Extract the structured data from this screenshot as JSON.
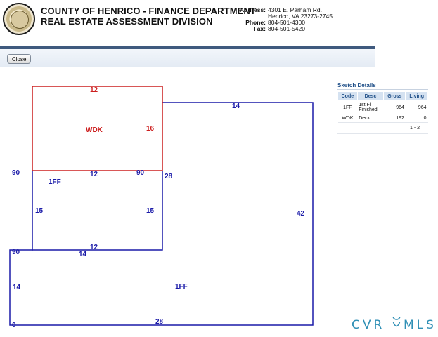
{
  "header": {
    "title_line1": "COUNTY OF HENRICO - FINANCE DEPARTMENT",
    "title_line2": "REAL ESTATE ASSESSMENT DIVISION",
    "address_label": "Address:",
    "address_line1": "4301 E. Parham Rd.",
    "address_line2": "Henrico, VA 23273-2745",
    "phone_label": "Phone:",
    "phone": "804-501-4300",
    "fax_label": "Fax:",
    "fax": "804-501-5420"
  },
  "toolbar": {
    "close_label": "Close"
  },
  "sketch": {
    "labels": {
      "wdk_top": "12",
      "wdk_name": "WDK",
      "wdk_right": "16",
      "top_right": "14",
      "left_90": "90",
      "ff_upper_name": "1FF",
      "mid_12": "12",
      "mid_90": "90",
      "right_28": "28",
      "left_15": "15",
      "inner_15": "15",
      "right_42": "42",
      "lower_12": "12",
      "lower_90": "90",
      "lower_14": "14",
      "left_14": "14",
      "ff_lower_name": "1FF",
      "bottom_28": "28",
      "bottom_0": "0"
    },
    "colors": {
      "first_floor": "#1a1aa8",
      "deck": "#cc1f1f"
    }
  },
  "details": {
    "title": "Sketch Details",
    "columns": [
      "Code",
      "Desc",
      "Gross",
      "Living"
    ],
    "rows": [
      {
        "code": "1FF",
        "desc_l1": "1st Fl",
        "desc_l2": "Finished",
        "gross": "964",
        "living": "964"
      },
      {
        "code": "WDK",
        "desc_l1": "Deck",
        "desc_l2": "",
        "gross": "192",
        "living": "0"
      }
    ],
    "pager": "1 - 2"
  },
  "watermark": {
    "text": "CVRMLS"
  }
}
